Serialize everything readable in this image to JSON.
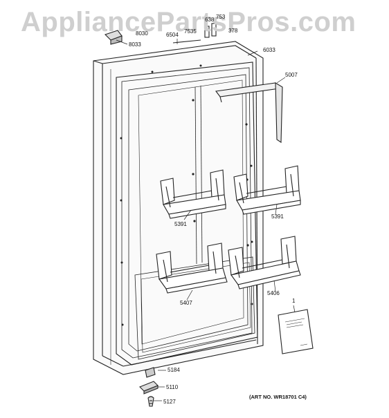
{
  "watermark": "AppliancePartsPros.com",
  "labels": {
    "p8033": "8033",
    "p8030": "8030",
    "p6504": "6504",
    "p638": "638",
    "p753": "753",
    "p7535": "7535",
    "p378": "378",
    "p6033": "6033",
    "p5007": "5007",
    "p5391_left": "5391",
    "p5391_right": "5391",
    "p5407": "5407",
    "p5406": "5406",
    "p1": "1",
    "p5184": "5184",
    "p5110": "5110",
    "p5127": "5127"
  },
  "art_number": "(ART NO. WR18701 C4)"
}
